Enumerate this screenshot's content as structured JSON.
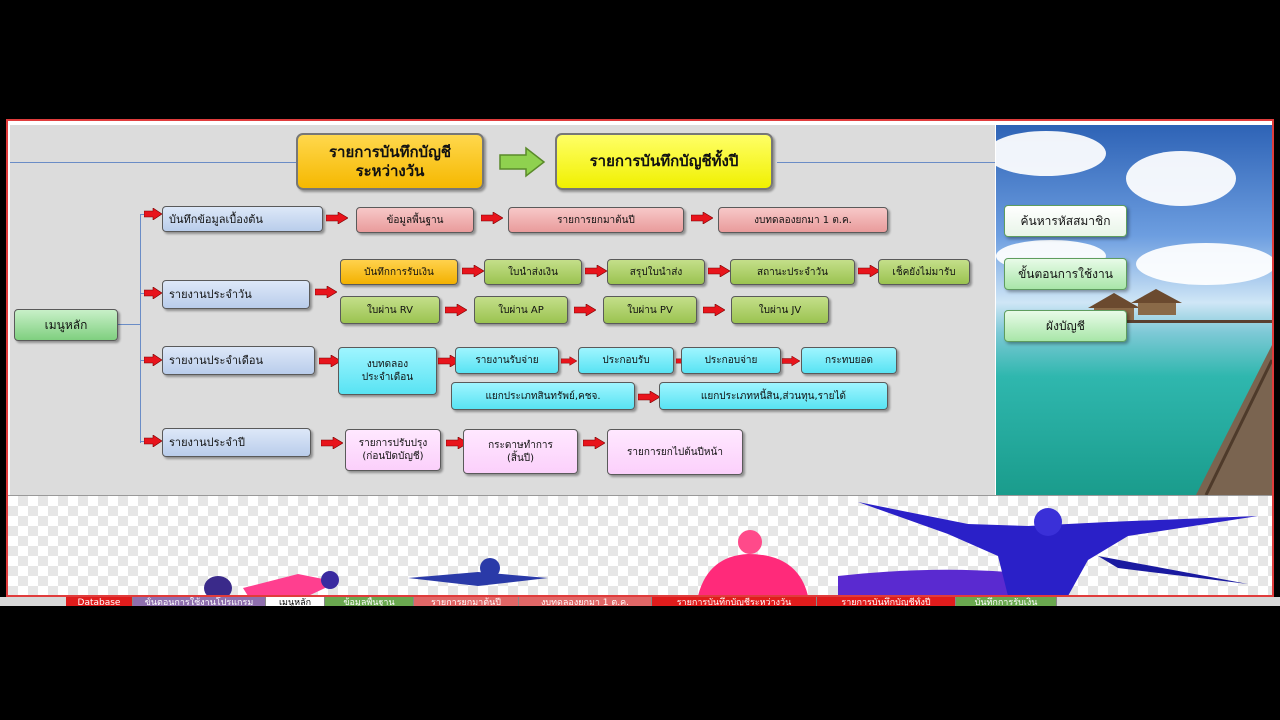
{
  "header": {
    "daily_records": "รายการบันทึกบัญชี\nระหว่างวัน",
    "year_records": "รายการบันทึกบัญชีทั้งปี"
  },
  "menu": {
    "main": "เมนูหลัก"
  },
  "categories": {
    "initial": "บันทึกข้อมูลเบื้องต้น",
    "daily": "รายงานประจำวัน",
    "monthly": "รายงานประจำเดือน",
    "yearly": "รายงานประจำปี"
  },
  "initial_items": [
    "ข้อมูลพื้นฐาน",
    "รายการยกมาต้นปี",
    "งบทดลองยกมา 1 ต.ค."
  ],
  "daily_row1": [
    "บันทึกการรับเงิน",
    "ใบนำส่งเงิน",
    "สรุปใบนำส่ง",
    "สถานะประจำวัน",
    "เช็คยังไม่มารับ"
  ],
  "daily_row2": [
    "ใบผ่าน RV",
    "ใบผ่าน AP",
    "ใบผ่าน PV",
    "ใบผ่าน JV"
  ],
  "monthly_row1": [
    "งบทดลอง\nประจำเดือน",
    "รายงานรับจ่าย",
    "ประกอบรับ",
    "ประกอบจ่าย",
    "กระทบยอด"
  ],
  "monthly_row2": [
    "แยกประเภทสินทรัพย์,คชจ.",
    "แยกประเภทหนี้สิน,ส่วนทุน,รายได้"
  ],
  "yearly_items": [
    "รายการปรับปรุง\n(ก่อนปิดบัญชี)",
    "กระดาษทำการ\n(สิ้นปี)",
    "รายการยกไปต้นปีหน้า"
  ],
  "right_menu": {
    "search_member": "ค้นหารหัสสมาชิก",
    "usage_steps": "ขั้นตอนการใช้งาน",
    "chart_of_accounts": "ผังบัญชี"
  },
  "sheet_tabs": [
    {
      "label": "Database",
      "color": "#e01c1c"
    },
    {
      "label": "ขั้นตอนการใช้งานโปรแกรม",
      "color": "#8f6fae"
    },
    {
      "label": "เมนูหลัก",
      "color": "#ffffff"
    },
    {
      "label": "ข้อมูลพื้นฐาน",
      "color": "#6aa84f"
    },
    {
      "label": "รายการยกมาต้นปี",
      "color": "#e06666"
    },
    {
      "label": "งบทดลองยกมา 1 ต.ค.",
      "color": "#e06666"
    },
    {
      "label": "รายการบันทึกบัญชีระหว่างวัน",
      "color": "#e01c1c"
    },
    {
      "label": "รายการบันทึกบัญชีทั้งปี",
      "color": "#e01c1c"
    },
    {
      "label": "บันทึกการรับเงิน",
      "color": "#6aa84f"
    }
  ],
  "colors": {
    "accent_red": "#e8141c",
    "frame_border": "#e03c3c"
  }
}
